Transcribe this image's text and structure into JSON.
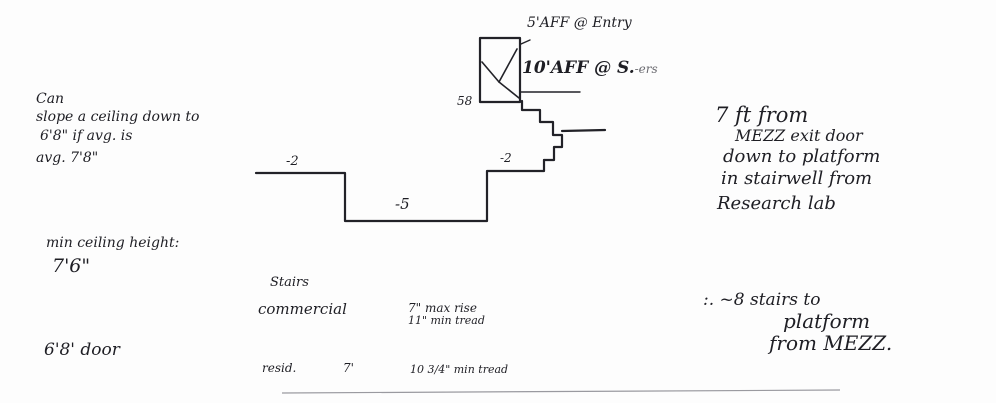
{
  "left_notes": {
    "lines": [
      "Can",
      "slope a ceiling down to",
      "6'8\" if avg. is",
      "avg. 7'8\""
    ],
    "min_ceiling_label": "min ceiling height:",
    "min_ceiling_value": "7'6\"",
    "door": "6'8' door"
  },
  "diagram": {
    "box_text_1": "5'AFF @ Entry",
    "box_text_2": "10'AFF @ S.",
    "box_text_2_suffix": "-ers",
    "box_corner_label": "58",
    "step_left_label": "-2",
    "step_middle_label": "-5",
    "step_right_label": "-2"
  },
  "stairs_notes": {
    "heading": "Stairs",
    "commercial_label": "commercial",
    "commercial_rise": "7\" max rise",
    "commercial_tread": "11\" min tread",
    "resid_label": "resid.",
    "resid_rise": "7'",
    "resid_tread": "10 3/4\" min tread"
  },
  "right_notes": {
    "lines": [
      "7 ft from",
      "MEZZ exit door",
      "down to platform",
      "in stairwell from",
      "Research lab"
    ],
    "stairs_count_lines": [
      ":. ~8 stairs to",
      "platform",
      "from MEZZ."
    ]
  }
}
